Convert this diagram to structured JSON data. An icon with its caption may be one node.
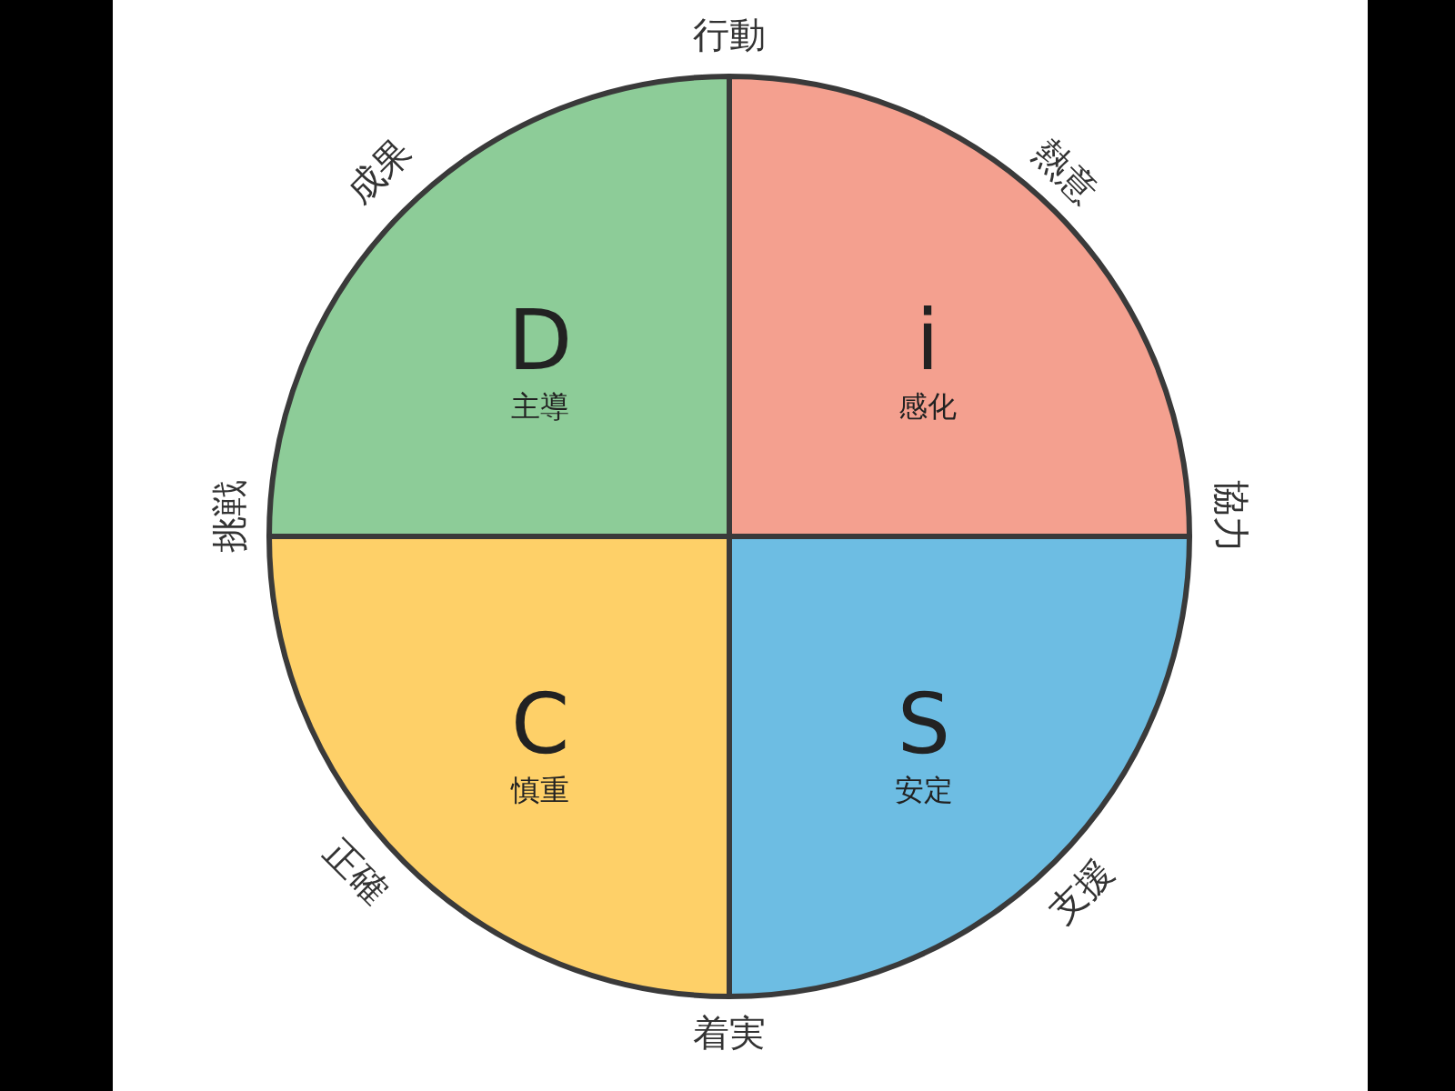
{
  "diagram": {
    "nodes": [
      {
        "text": [
          "D",
          "主導"
        ]
      },
      {
        "text": [
          "i",
          "感化"
        ]
      },
      {
        "text": [
          "C",
          "慎重"
        ]
      },
      {
        "text": [
          "S",
          "安定"
        ]
      }
    ],
    "labels": [
      "行動",
      "熱意",
      "協力",
      "支援",
      "着実",
      "正確",
      "挑戦",
      "成果"
    ]
  }
}
